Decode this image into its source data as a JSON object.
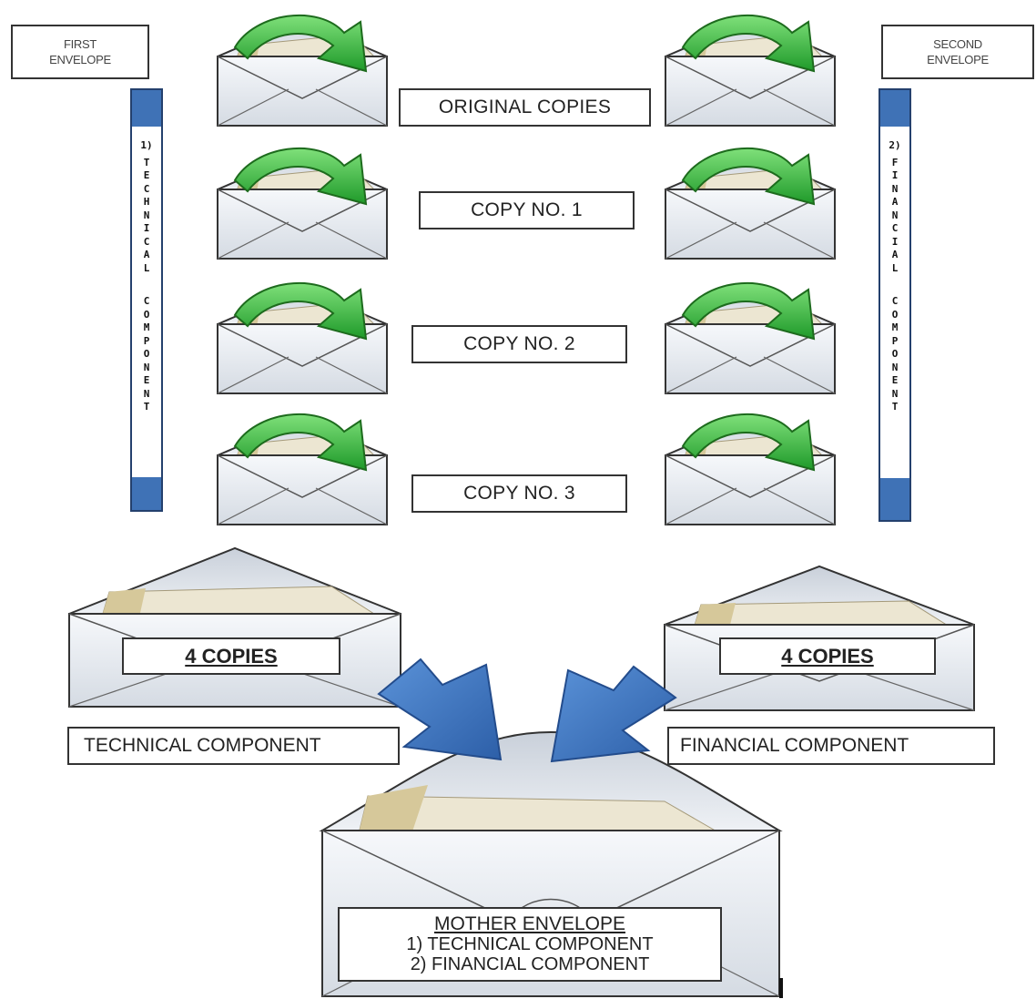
{
  "first_envelope": {
    "line1": "FIRST",
    "line2": "ENVELOPE"
  },
  "second_envelope": {
    "line1": "SECOND",
    "line2": "ENVELOPE"
  },
  "left_bar": {
    "number": "1)",
    "words": [
      "TECHNICAL",
      "COMPONENT"
    ]
  },
  "right_bar": {
    "number": "2)",
    "words": [
      "FINANCIAL",
      "COMPONENT"
    ]
  },
  "copies": [
    "ORIGINAL COPIES",
    "COPY NO. 1",
    "COPY NO. 2",
    "COPY NO. 3"
  ],
  "left_bundle": "4 COPIES",
  "right_bundle": "4 COPIES",
  "technical_label": "TECHNICAL COMPONENT",
  "financial_label": "FINANCIAL COMPONENT",
  "mother": {
    "title": "MOTHER ENVELOPE",
    "line1": "1) TECHNICAL COMPONENT",
    "line2": "2) FINANCIAL COMPONENT"
  },
  "colors": {
    "green_arrow": "#3fb23f",
    "blue_arrow": "#3a72c0",
    "bar_cap": "#3f72b6",
    "envelope": "#e8ecf1",
    "paper": "#ece6d2"
  }
}
